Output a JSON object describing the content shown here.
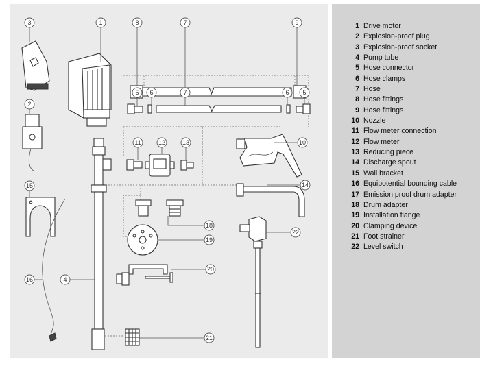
{
  "legend": [
    {
      "num": "1",
      "label": "Drive motor"
    },
    {
      "num": "2",
      "label": "Explosion-proof plug"
    },
    {
      "num": "3",
      "label": "Explosion-proof socket"
    },
    {
      "num": "4",
      "label": "Pump tube"
    },
    {
      "num": "5",
      "label": "Hose connector"
    },
    {
      "num": "6",
      "label": "Hose clamps"
    },
    {
      "num": "7",
      "label": "Hose"
    },
    {
      "num": "8",
      "label": "Hose fittings"
    },
    {
      "num": "9",
      "label": "Hose fittings"
    },
    {
      "num": "10",
      "label": "Nozzle"
    },
    {
      "num": "11",
      "label": "Flow meter connection"
    },
    {
      "num": "12",
      "label": "Flow meter"
    },
    {
      "num": "13",
      "label": "Reducing piece"
    },
    {
      "num": "14",
      "label": "Discharge spout"
    },
    {
      "num": "15",
      "label": "Wall bracket"
    },
    {
      "num": "16",
      "label": "Equipotential bounding cable"
    },
    {
      "num": "17",
      "label": "Emission proof drum adapter"
    },
    {
      "num": "18",
      "label": "Drum adapter"
    },
    {
      "num": "19",
      "label": "Installation flange"
    },
    {
      "num": "20",
      "label": "Clamping device"
    },
    {
      "num": "21",
      "label": "Foot strainer"
    },
    {
      "num": "22",
      "label": "Level switch"
    }
  ],
  "callouts": {
    "c1": "1",
    "c2": "2",
    "c3": "3",
    "c4": "4",
    "c5a": "5",
    "c5b": "5",
    "c6a": "6",
    "c6b": "6",
    "c7a": "7",
    "c7b": "7",
    "c8": "8",
    "c9": "9",
    "c10": "10",
    "c11": "11",
    "c12": "12",
    "c13": "13",
    "c14": "14",
    "c15": "15",
    "c16": "16",
    "c18": "18",
    "c19": "19",
    "c20": "20",
    "c21": "21",
    "c22": "22"
  }
}
